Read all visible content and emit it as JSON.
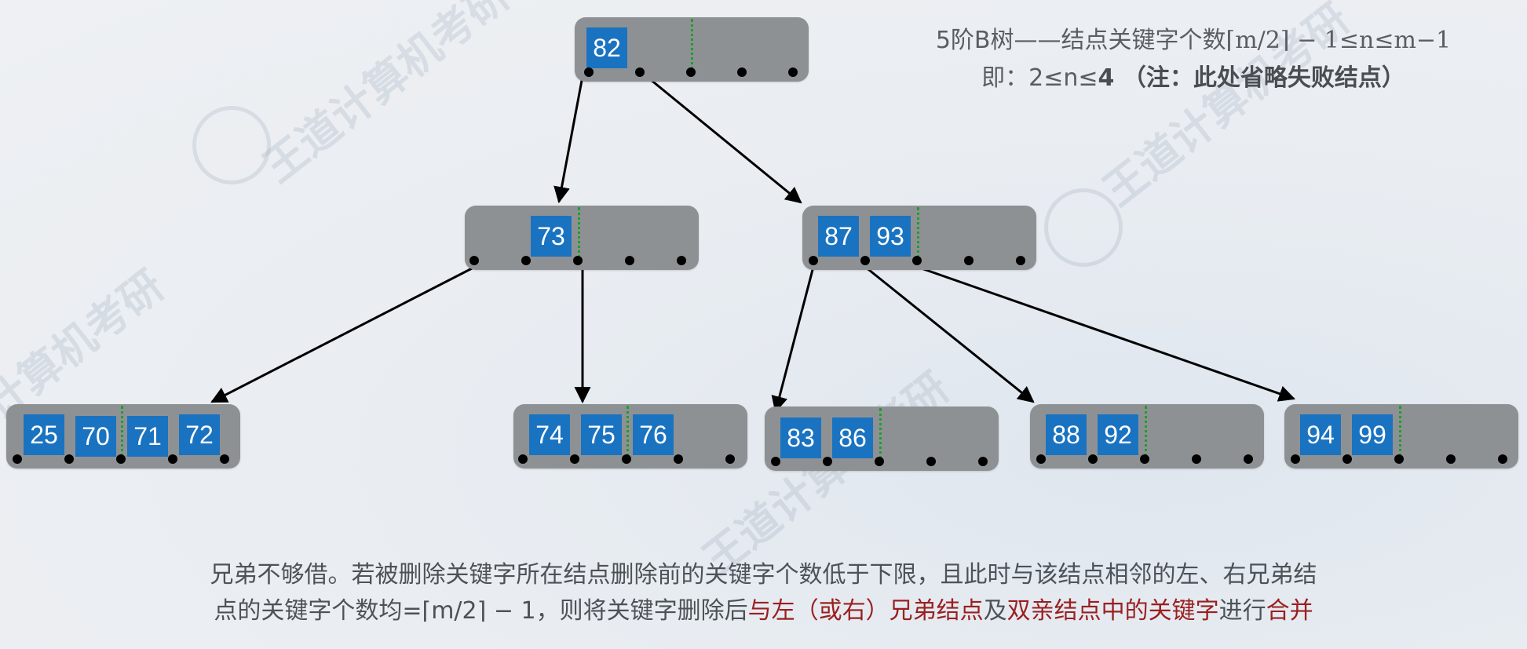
{
  "heading": {
    "line1_prefix": "5阶B树——结点关键字个数",
    "line1_formula": "⌈m/2⌉ − 1≤n≤m−1",
    "line2_prefix": "即：2≤n≤",
    "line2_emph": "4 （注：此处省略失败结点）"
  },
  "watermark": {
    "text": "王道计算机考研",
    "url": "www.cskaoyan.com"
  },
  "tree": {
    "nodes": [
      {
        "id": "root",
        "keys": [
          "82"
        ]
      },
      {
        "id": "l1",
        "keys": [
          "73"
        ]
      },
      {
        "id": "r1",
        "keys": [
          "87",
          "93"
        ]
      },
      {
        "id": "leaf1",
        "keys": [
          "25",
          "70",
          "71",
          "72"
        ]
      },
      {
        "id": "leaf2",
        "keys": [
          "74",
          "75",
          "76"
        ]
      },
      {
        "id": "leaf3",
        "keys": [
          "83",
          "86"
        ]
      },
      {
        "id": "leaf4",
        "keys": [
          "88",
          "92"
        ]
      },
      {
        "id": "leaf5",
        "keys": [
          "94",
          "99"
        ]
      }
    ]
  },
  "description": {
    "line1": "兄弟不够借。若被删除关键字所在结点删除前的关键字个数低于下限，且此时与该结点相邻的左、右兄弟结",
    "line2_a": "点的关键字个数均=⌈m/2⌉ − 1，则将关键字删除后",
    "line2_red1": "与左（或右）兄弟结点",
    "line2_b": "及",
    "line2_red2": "双亲结点中的关键字",
    "line2_c": "进行",
    "line2_red3": "合并"
  },
  "colors": {
    "node_bg": "#8e9194",
    "key_bg": "#1a73c0",
    "divider": "#1e9e2b",
    "highlight": "#9a1f1f"
  }
}
